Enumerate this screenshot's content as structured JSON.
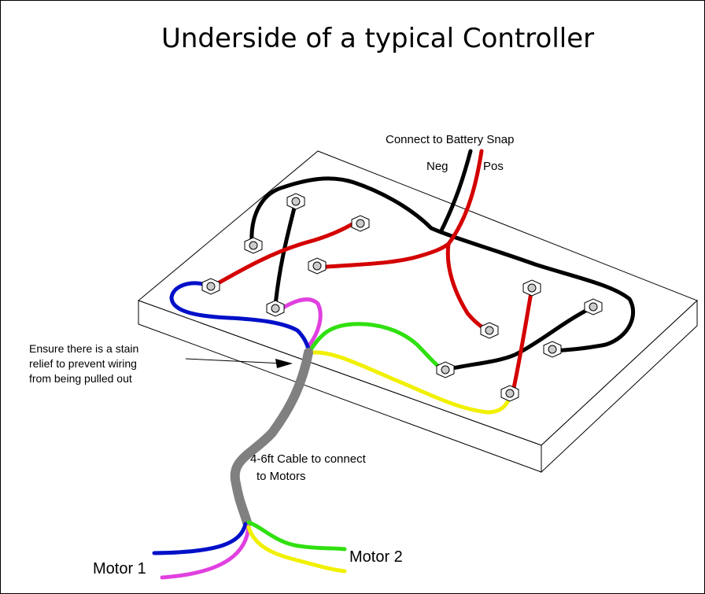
{
  "title": "Underside of a typical Controller",
  "labels": {
    "battery": "Connect to Battery Snap",
    "neg": "Neg",
    "pos": "Pos",
    "strain_line1": "Ensure there is a stain",
    "strain_line2": "relief to prevent wiring",
    "strain_line3": "from being pulled out",
    "cable_line1": "4-6ft Cable to connect",
    "cable_line2": "to Motors",
    "motor1": "Motor 1",
    "motor2": "Motor 2"
  },
  "colors": {
    "black_wire": "#000000",
    "red_wire": "#d40000",
    "blue_wire": "#0010c8",
    "magenta_wire": "#e040e0",
    "green_wire": "#30e010",
    "yellow_wire": "#f0f000",
    "cable_gray": "#808080"
  }
}
